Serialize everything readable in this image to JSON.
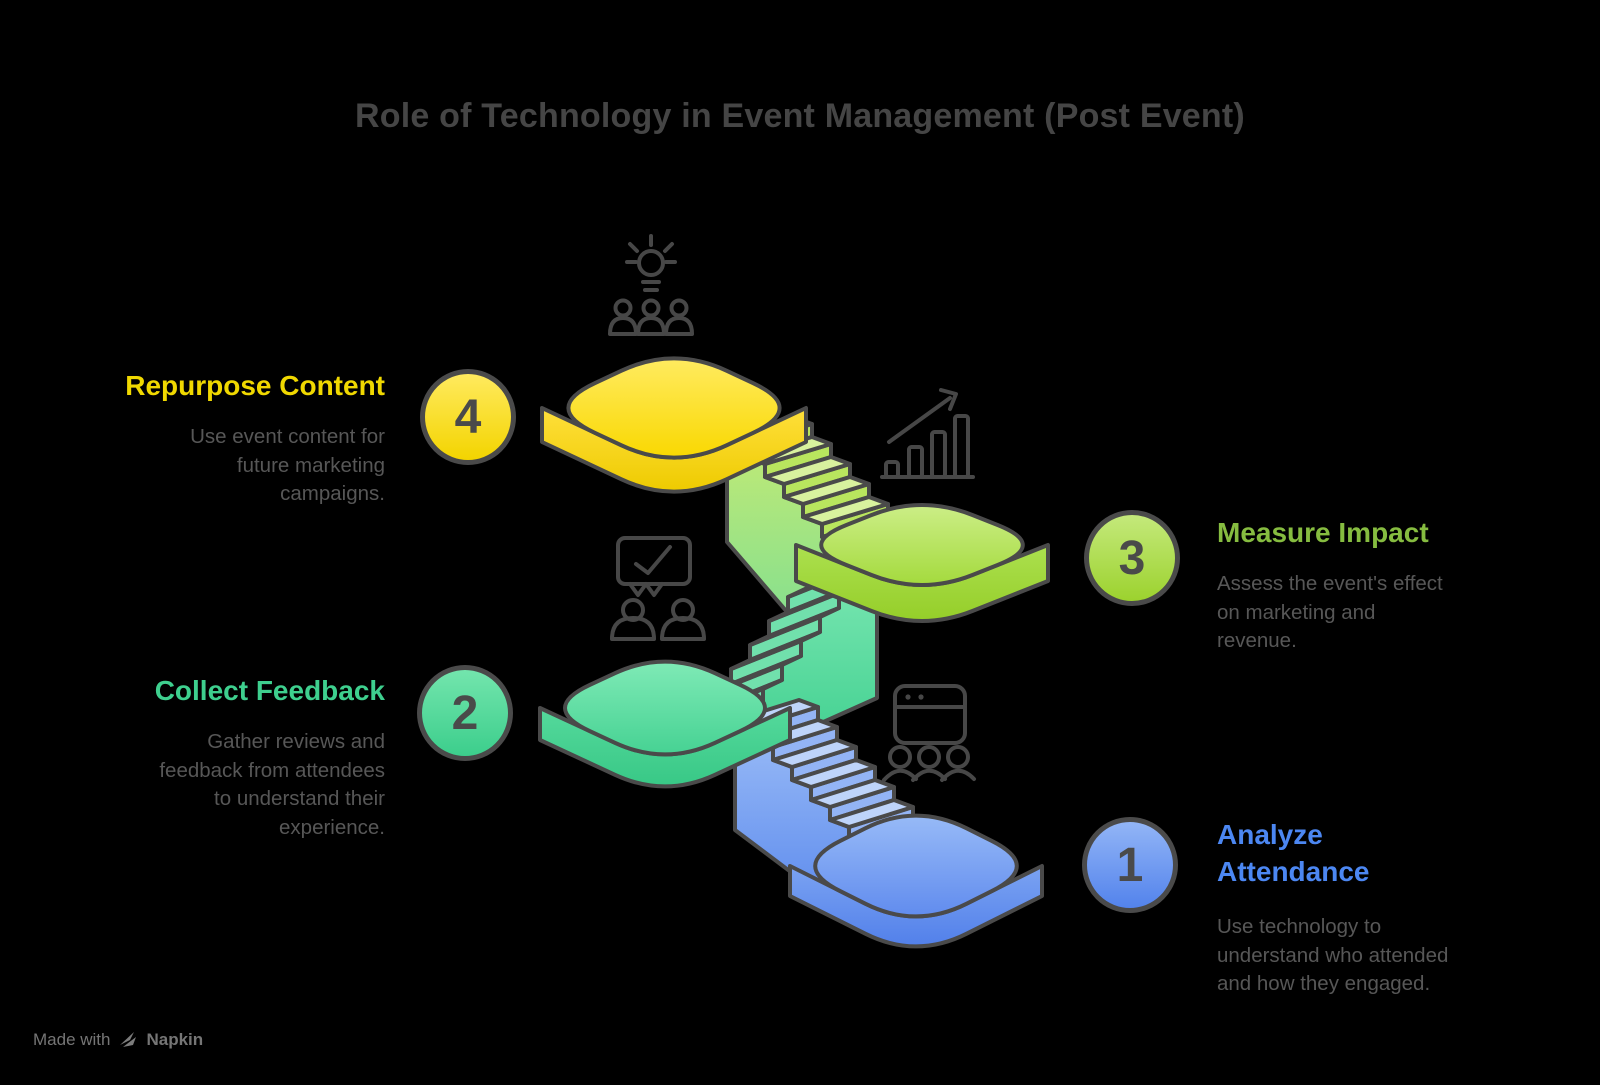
{
  "title": "Role of Technology in Event Management (Post Event)",
  "watermark": {
    "prefix": "Made with",
    "brand": "Napkin",
    "logo_icon": "napkin-logo-icon"
  },
  "background": "#000000",
  "text": {
    "title_color": "#454545",
    "muted_color": "#575757",
    "watermark_color": "#757575"
  },
  "palette": {
    "outline": "#4A4A4A",
    "icon_color": "#474747",
    "platforms": {
      "yellow": {
        "top": [
          "#FFEB60",
          "#F9D801"
        ],
        "side": [
          "#FFDF3B",
          "#EECB00"
        ]
      },
      "lime": {
        "top": [
          "#CCEE87",
          "#A4DA3D"
        ],
        "side": [
          "#ACE04F",
          "#95CE29"
        ]
      },
      "green": {
        "top": [
          "#7FEAB6",
          "#46D293"
        ],
        "side": [
          "#55D99C",
          "#38C886"
        ]
      },
      "blue": {
        "top": [
          "#97BAF7",
          "#618CEE"
        ],
        "side": [
          "#7BA3F2",
          "#5280EA"
        ]
      }
    },
    "stairs": {
      "lime": {
        "wall": [
          "#C2EA75",
          "#6CDB99"
        ],
        "tread": "#D8F29E",
        "riser": "#B9E55E"
      },
      "green": {
        "wall": [
          "#7EE8B4",
          "#41D090"
        ],
        "tread": "#A8F1CE",
        "riser": "#71E0AC"
      },
      "blue": {
        "wall": [
          "#9CBDF7",
          "#5585EC"
        ],
        "tread": "#BED4FA",
        "riser": "#93B4F5"
      }
    }
  },
  "steps": [
    {
      "number": "1",
      "title": "Analyze Attendance",
      "description_lines": [
        "Use technology to",
        "understand who attended",
        "and how they engaged."
      ],
      "accent": "#4C87F2",
      "icon": "browser-audience-icon",
      "badge_gradient": [
        "#92B5F6",
        "#5383EC"
      ]
    },
    {
      "number": "2",
      "title": "Collect Feedback",
      "description_lines": [
        "Gather reviews and",
        "feedback from attendees",
        "to understand their",
        "experience."
      ],
      "accent": "#3ECF8E",
      "icon": "feedback-board-icon",
      "badge_gradient": [
        "#73E5AD",
        "#3CCE8C"
      ]
    },
    {
      "number": "3",
      "title": "Measure Impact",
      "description_lines": [
        "Assess the event's effect",
        "on marketing and",
        "revenue."
      ],
      "accent": "#86BC40",
      "icon": "growth-chart-icon",
      "badge_gradient": [
        "#C4E97B",
        "#9CD22E"
      ]
    },
    {
      "number": "4",
      "title": "Repurpose Content",
      "description_lines": [
        "Use event content for",
        "future marketing",
        "campaigns."
      ],
      "accent": "#F0D800",
      "icon": "idea-team-icon",
      "badge_gradient": [
        "#FFEA5E",
        "#F3D400"
      ]
    }
  ]
}
